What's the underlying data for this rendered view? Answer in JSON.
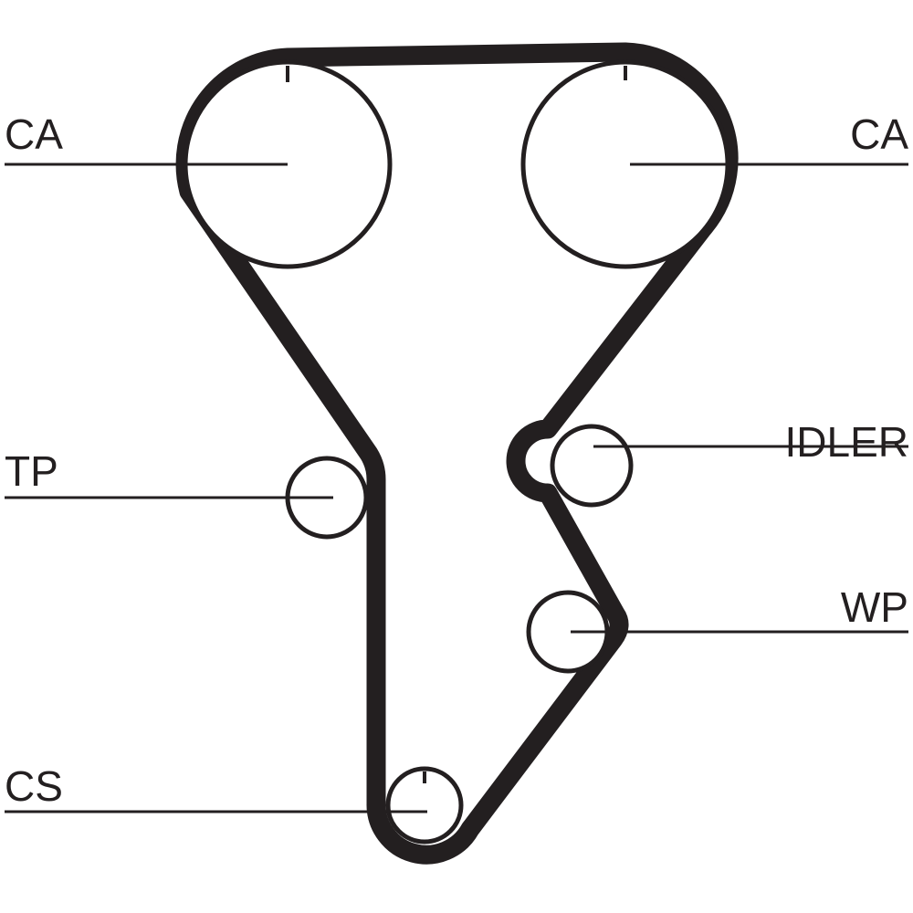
{
  "labels": {
    "cam_left": "CA",
    "cam_right": "CA",
    "tensioner": "TP",
    "idler": "IDLER",
    "water_pump": "WP",
    "crankshaft": "CS"
  },
  "colors": {
    "line": "#231f20",
    "background": "#ffffff"
  }
}
